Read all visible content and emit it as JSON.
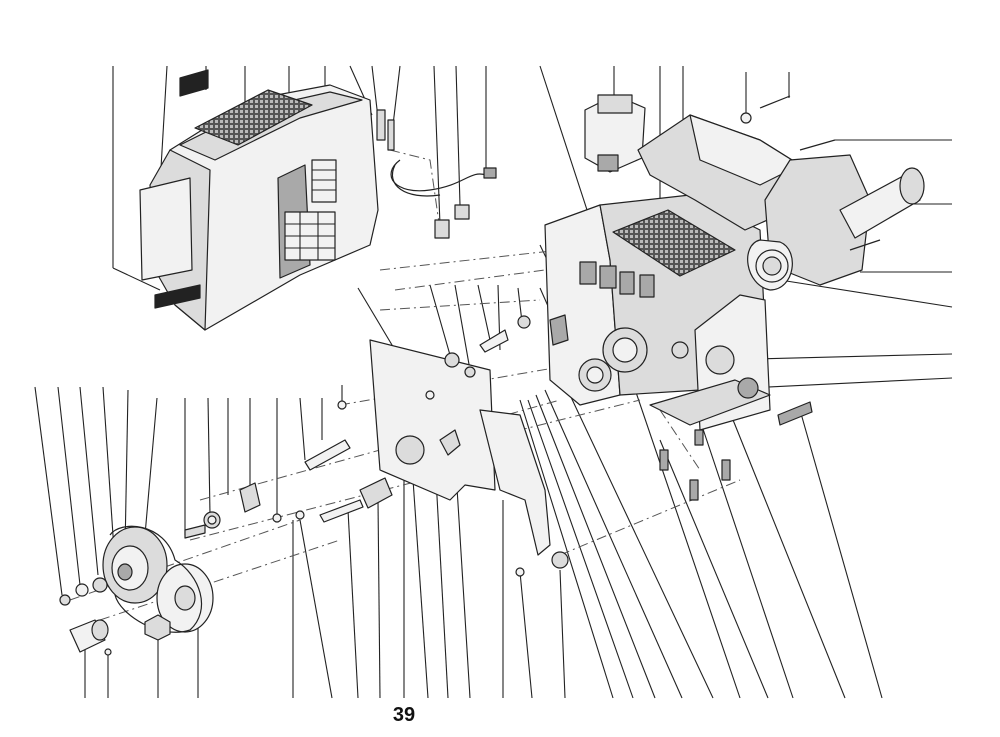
{
  "page": {
    "number": "39"
  },
  "colors": {
    "ink": "#222222",
    "part_light": "#f2f2f2",
    "part_mid": "#dcdcdc",
    "part_dark": "#a9a9a9"
  },
  "groups": {
    "top_left_leaders": 12,
    "top_right_leaders": 6,
    "right_leaders": 8,
    "bottom_leaders": 33
  }
}
